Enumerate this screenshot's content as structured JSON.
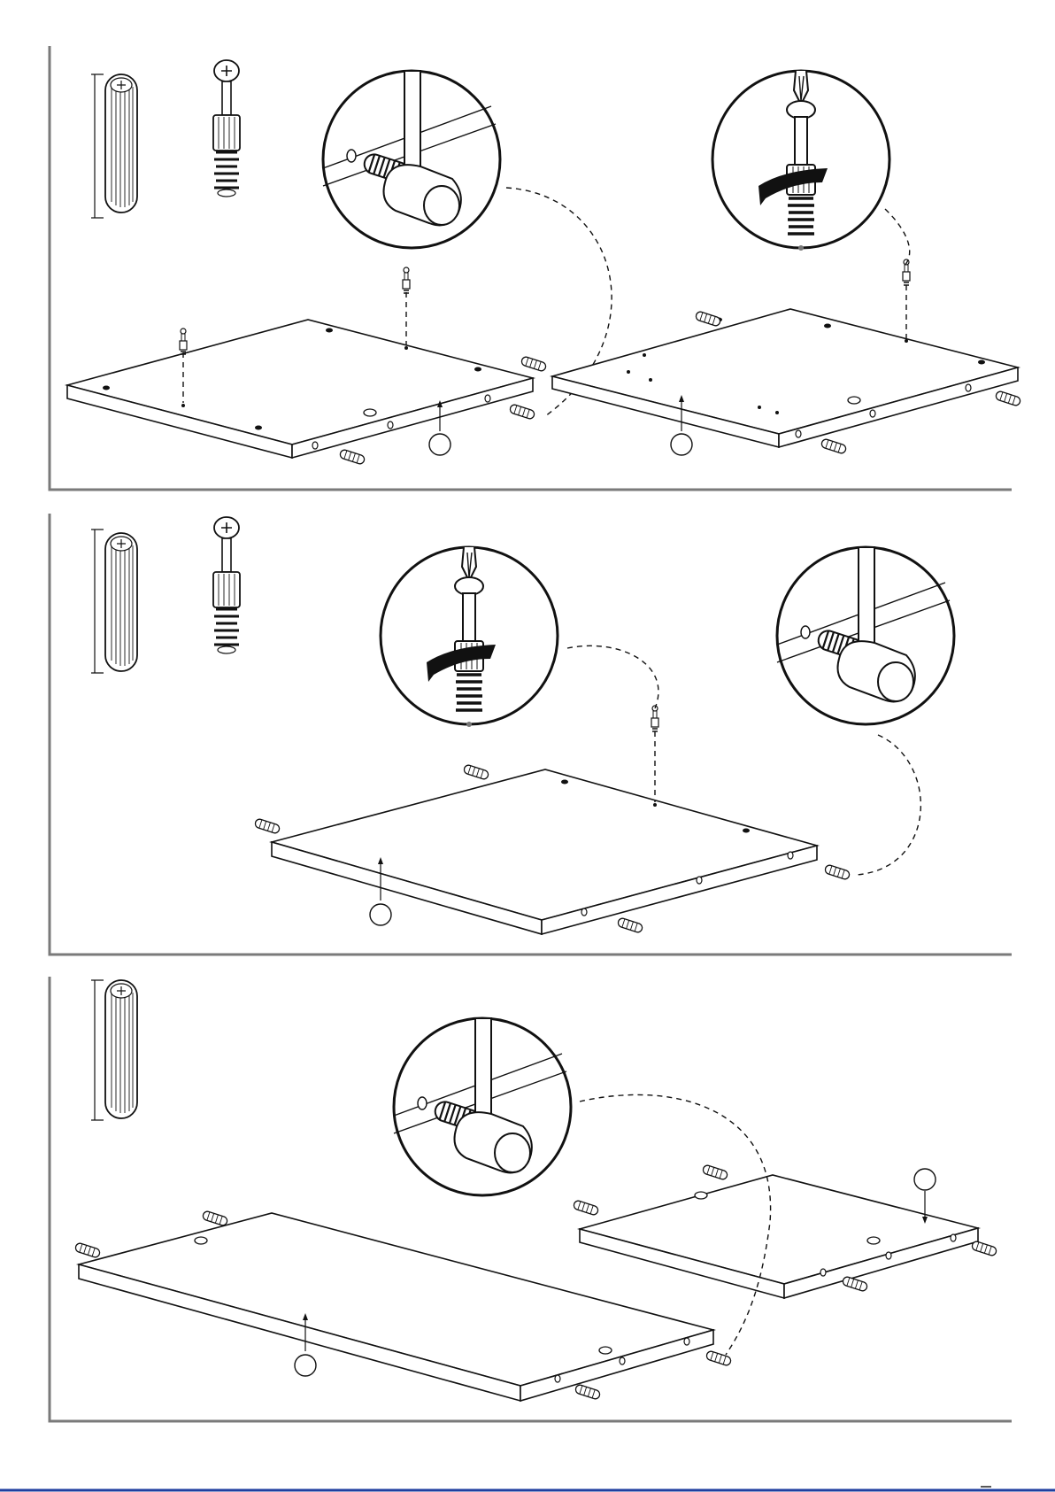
{
  "colors": {
    "ink": "#111111",
    "frame": "#7a7a7a",
    "footer": "#1f3f9f"
  },
  "icons": [
    "wooden-dowel-icon",
    "cam-bolt-icon",
    "hammer-icon",
    "screwdriver-icon"
  ],
  "steps": [
    {
      "id": "step-1",
      "parts": [
        "wooden-dowel",
        "cam-bolt"
      ],
      "panels": 2
    },
    {
      "id": "step-2",
      "parts": [
        "wooden-dowel",
        "cam-bolt"
      ],
      "panels": 1
    },
    {
      "id": "step-3",
      "parts": [
        "wooden-dowel"
      ],
      "panels": 2
    }
  ]
}
